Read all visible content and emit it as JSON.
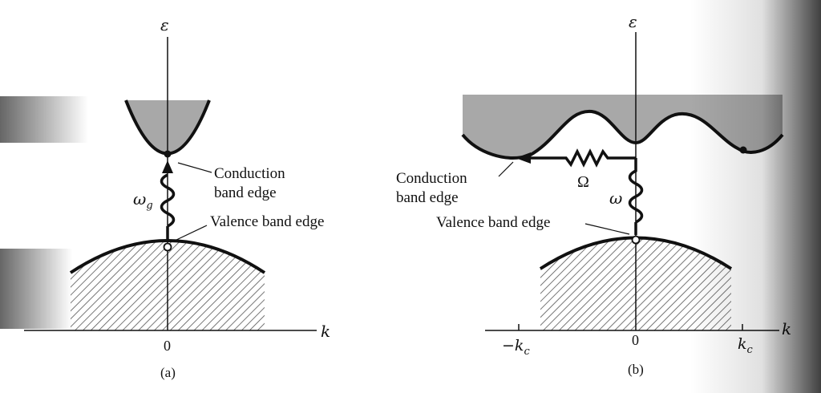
{
  "panel_a": {
    "caption": "(a)",
    "energy_axis": "ε",
    "k_axis": "k",
    "origin": "0",
    "photon": "ω",
    "photon_sub": "g",
    "conduction_line1": "Conduction",
    "conduction_line2": "band edge",
    "valence": "Valence band edge"
  },
  "panel_b": {
    "caption": "(b)",
    "energy_axis": "ε",
    "k_axis": "k",
    "origin": "0",
    "neg_kc": "−k",
    "neg_kc_sub": "c",
    "kc": "k",
    "kc_sub": "c",
    "photon": "ω",
    "phonon": "Ω",
    "conduction_line1": "Conduction",
    "conduction_line2": "band edge",
    "valence": "Valence band edge"
  },
  "colors": {
    "band_fill": "#a8a8a8",
    "line": "#111111",
    "hatch": "#555555"
  }
}
